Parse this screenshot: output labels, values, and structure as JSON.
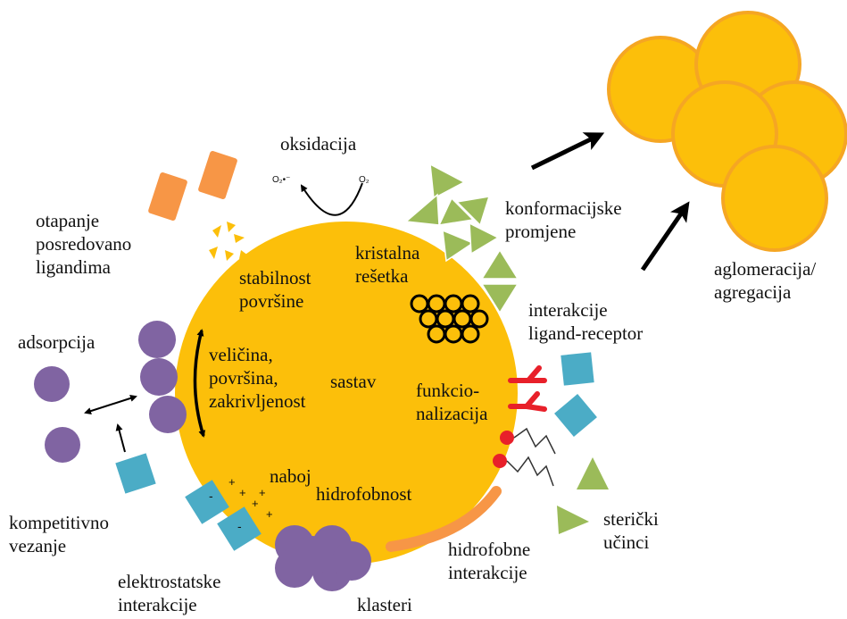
{
  "colors": {
    "particle": "#fcbf0a",
    "particle_edge": "#f5a623",
    "orange_block": "#f79646",
    "green_triangle": "#9bbb59",
    "purple": "#8064a2",
    "teal": "#4bacc6",
    "red": "#e8202a",
    "arrow": "#000000"
  },
  "labels": {
    "oksidacija": "oksidacija",
    "o2_radical": "O₂•⁻",
    "o2": "O₂",
    "otapanje": [
      "otapanje",
      "posredovano",
      "ligandima"
    ],
    "stabilnost": [
      "stabilnost",
      "površine"
    ],
    "kristalna": [
      "kristalna",
      "rešetka"
    ],
    "konformacijske": [
      "konformacijske",
      "promjene"
    ],
    "aglomeracija": [
      "aglomeracija/",
      "agregacija"
    ],
    "interakcije_lr": [
      "interakcije",
      "ligand-receptor"
    ],
    "adsorpcija": "adsorpcija",
    "velicina": [
      "veličina,",
      "površina,",
      "zakrivljenost"
    ],
    "sastav": "sastav",
    "funkcio": [
      "funkcio-",
      "nalizacija"
    ],
    "naboj": "naboj",
    "hidrofobnost": "hidrofobnost",
    "kompetitivno": [
      "kompetitivno",
      "vezanje"
    ],
    "elektrostatske": [
      "elektrostatske",
      "interakcije"
    ],
    "klasteri": "klasteri",
    "hidrofobne": [
      "hidrofobne",
      "interakcije"
    ],
    "sterički": [
      "sterički",
      "učinci"
    ]
  },
  "icons": {
    "plus": "+",
    "minus": "-"
  }
}
